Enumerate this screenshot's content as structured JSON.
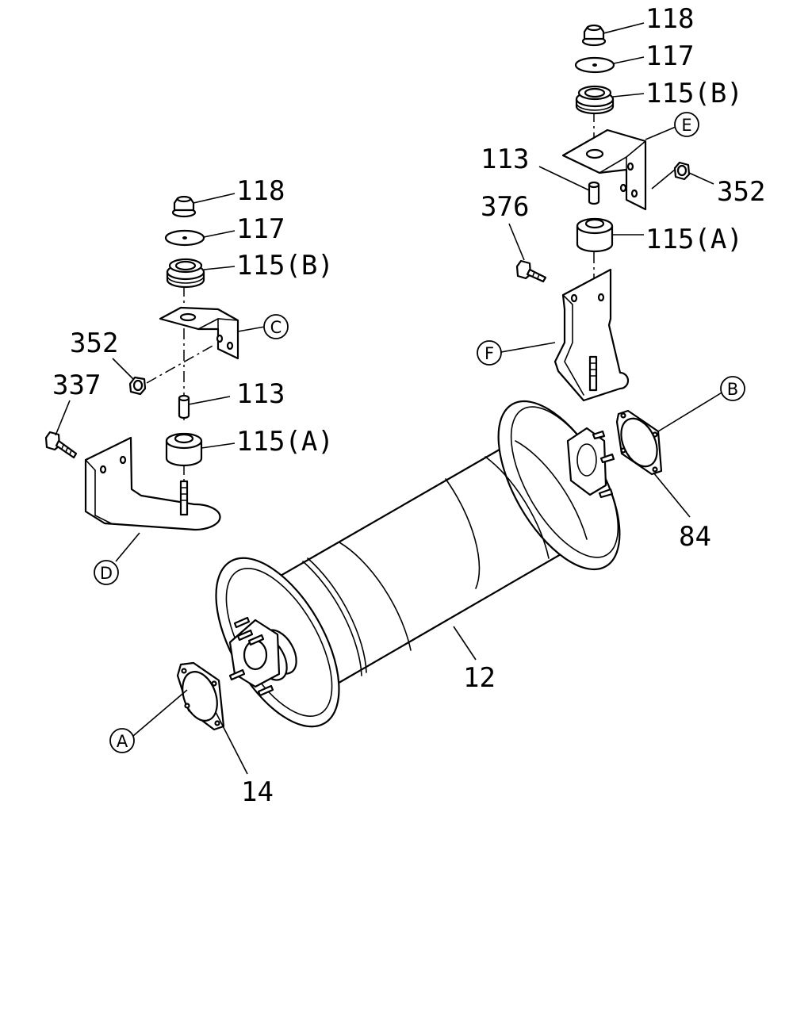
{
  "left_mount": {
    "nut": "118",
    "washer": "117",
    "upper_rubber": "115(B)",
    "bracket_ref": "C",
    "nut_side": "352",
    "collar": "113",
    "bolt": "337",
    "lower_rubber": "115(A)",
    "lower_bracket_ref": "D"
  },
  "right_mount": {
    "nut": "118",
    "washer": "117",
    "upper_rubber": "115(B)",
    "bracket_ref": "E",
    "nut_side": "352",
    "collar": "113",
    "bolt": "376",
    "lower_rubber": "115(A)",
    "lower_bracket_ref": "F"
  },
  "muffler": {
    "body": "12",
    "inlet_gasket": "14",
    "inlet_ref": "A",
    "outlet_gasket": "84",
    "outlet_ref": "B"
  }
}
